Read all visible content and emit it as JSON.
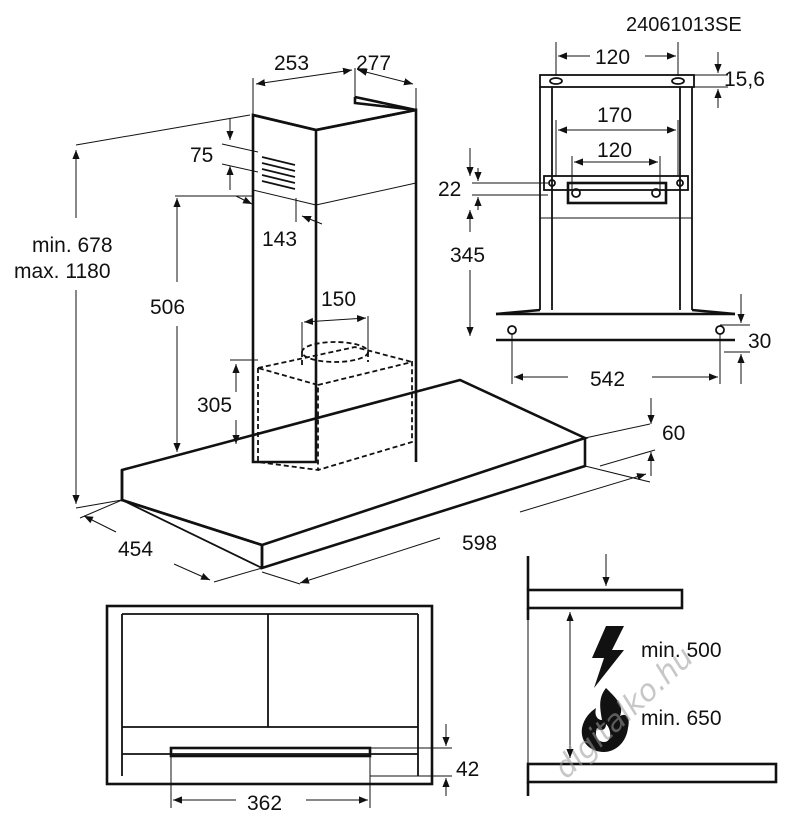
{
  "doc_code": "24061013SE",
  "dims": {
    "w253": "253",
    "w277": "277",
    "d75": "75",
    "d143": "143",
    "h_min": "min. 678",
    "h_max": "max. 1180",
    "d506": "506",
    "d150": "150",
    "d305": "305",
    "d454": "454",
    "d598": "598",
    "d60": "60",
    "b120": "120",
    "b15_6": "15,6",
    "b170": "170",
    "b120b": "120",
    "b22": "22",
    "b345": "345",
    "b30": "30",
    "b542": "542",
    "t42": "42",
    "t362": "362",
    "c_min500": "min. 500",
    "c_min650": "min. 650"
  },
  "watermark": "digitalko.hu",
  "icons": {
    "electric": "lightning-bolt-icon",
    "gas": "flame-icon"
  }
}
